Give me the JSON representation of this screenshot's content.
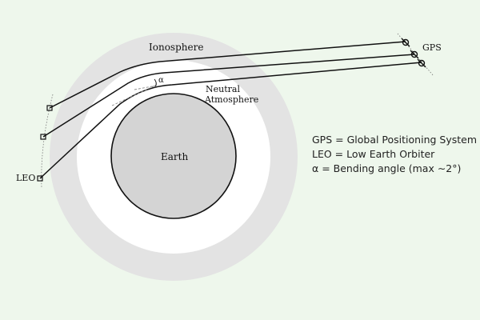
{
  "labels": {
    "ionosphere": "Ionosphere",
    "neutral_line1": "Neutral",
    "neutral_line2": "Atmosphere",
    "earth": "Earth",
    "leo": "LEO",
    "gps": "GPS",
    "alpha": "α"
  },
  "legend": [
    "GPS = Global Positioning System",
    "LEO = Low Earth Orbiter",
    "α = Bending angle (max ∼2°)"
  ],
  "colors": {
    "background": "#eef7ec",
    "ionosphere": "#e3e3e3",
    "neutral_atmosphere": "#ffffff",
    "earth": "#d4d4d4"
  }
}
